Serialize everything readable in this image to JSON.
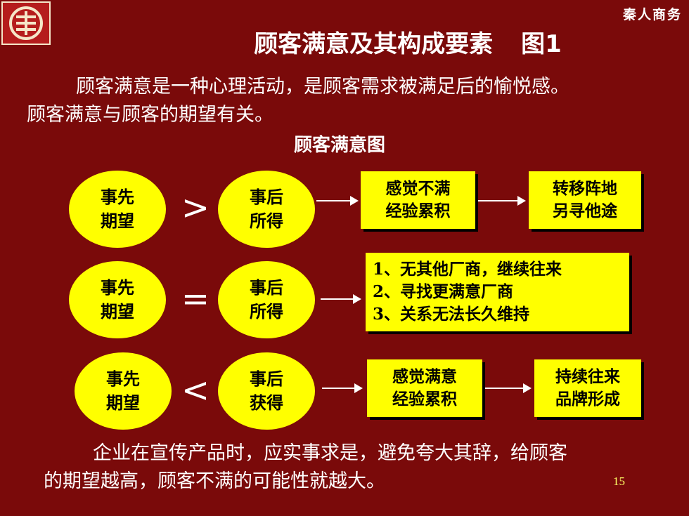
{
  "brand": "秦人商务",
  "title": "顾客满意及其构成要素",
  "figure_label": "图1",
  "intro": {
    "line1": "顾客满意是一种心理活动，是顾客需求被满足后的愉悦感。",
    "line2": "顾客满意与顾客的期望有关。"
  },
  "diagram_title": "顾客满意图",
  "rows": [
    {
      "left_line1": "事先",
      "left_line2": "期望",
      "operator": ">",
      "right_line1": "事后",
      "right_line2": "所得",
      "box1_line1": "感觉不满",
      "box1_line2": "经验累积",
      "box2_line1": "转移阵地",
      "box2_line2": "另寻他途"
    },
    {
      "left_line1": "事先",
      "left_line2": "期望",
      "operator": "=",
      "right_line1": "事后",
      "right_line2": "所得",
      "list": [
        "1、无其他厂商，继续往来",
        "2、寻找更满意厂商",
        "3、关系无法长久维持"
      ]
    },
    {
      "left_line1": "事先",
      "left_line2": "期望",
      "operator": "<",
      "right_line1": "事后",
      "right_line2": "获得",
      "box1_line1": "感觉满意",
      "box1_line2": "经验累积",
      "box2_line1": "持续往来",
      "box2_line2": "品牌形成"
    }
  ],
  "conclusion": {
    "line1": "企业在宣传产品时，应实事求是，避免夸大其辞，给顾客",
    "line2": "的期望越高，顾客不满的可能性就越大。"
  },
  "page_number": "15",
  "colors": {
    "background": "#7a0a0a",
    "highlight": "#ffff00",
    "text": "#ffffff"
  }
}
